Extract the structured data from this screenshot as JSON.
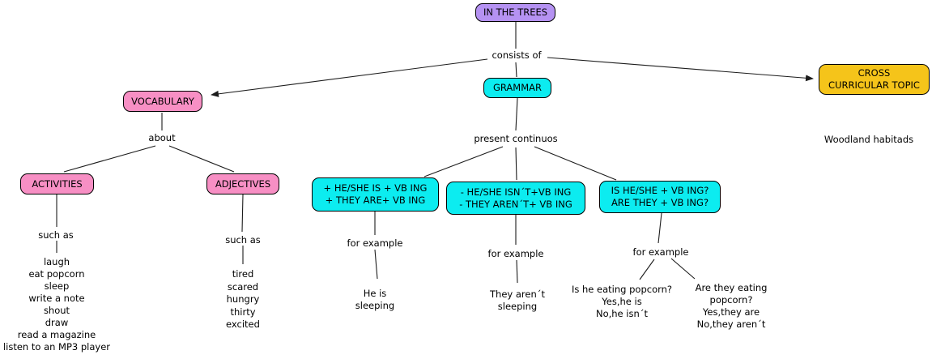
{
  "colors": {
    "node-purple": "#b592f2",
    "node-pink": "#f78fc4",
    "node-cyan": "#0cecf0",
    "node-yellow": "#f5c41a",
    "line": "#1c1c1c"
  },
  "root": {
    "label": "IN THE TREES"
  },
  "links": {
    "consists_of": "consists of",
    "about": "about",
    "such_as": "such as",
    "present_continuous": "present continuos",
    "for_example": "for example"
  },
  "vocabulary": {
    "label": "VOCABULARY",
    "activities": {
      "label": "ACTIVITIES",
      "items": [
        "laugh",
        "eat popcorn",
        "sleep",
        "write a note",
        "shout",
        "draw",
        "read a magazine",
        "listen to an MP3 player"
      ]
    },
    "adjectives": {
      "label": "ADJECTIVES",
      "items": [
        "tired",
        "scared",
        "hungry",
        "thirty",
        "excited"
      ]
    }
  },
  "grammar": {
    "label": "GRAMMAR",
    "affirmative": {
      "lines": [
        "+ HE/SHE IS + VB ING",
        "+ THEY ARE+ VB ING"
      ],
      "example": [
        "He is",
        "sleeping"
      ]
    },
    "negative": {
      "lines": [
        "- HE/SHE ISN´T+VB ING",
        "- THEY AREN´T+ VB ING"
      ],
      "example": [
        "They aren´t",
        "sleeping"
      ]
    },
    "interrogative": {
      "lines": [
        "IS HE/SHE + VB ING?",
        "ARE THEY + VB ING?"
      ],
      "example_he": [
        "Is he eating popcorn?",
        "Yes,he is",
        "No,he isn´t"
      ],
      "example_they": [
        "Are they eating",
        "popcorn?",
        "Yes,they are",
        "No,they aren´t"
      ]
    }
  },
  "cross_curricular": {
    "lines": [
      "CROSS",
      "CURRICULAR TOPIC"
    ],
    "topic": "Woodland habitads"
  }
}
